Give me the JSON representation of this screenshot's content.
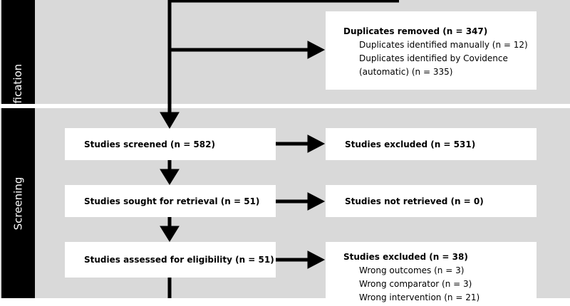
{
  "sections": {
    "identification": {
      "label": "Identification"
    },
    "screening": {
      "label": "Screening"
    }
  },
  "boxes": {
    "duplicates": {
      "title": "Duplicates removed (n = 347)",
      "items": [
        "Duplicates identified manually (n = 12)",
        "Duplicates identified by Covidence",
        "(automatic) (n = 335)"
      ]
    },
    "screened": {
      "title": "Studies screened (n = 582)"
    },
    "excluded_screen": {
      "title": "Studies excluded (n = 531)"
    },
    "retrieval": {
      "title": "Studies sought for retrieval (n = 51)"
    },
    "not_retrieved": {
      "title": "Studies not retrieved (n = 0)"
    },
    "eligibility": {
      "title": "Studies assessed for eligibility (n = 51)"
    },
    "excluded_elig": {
      "title": "Studies excluded (n = 38)",
      "items": [
        "Wrong outcomes (n = 3)",
        "Wrong comparator (n = 3)",
        "Wrong intervention (n = 21)"
      ]
    }
  },
  "colors": {
    "section_bg": "#d9d9d9",
    "side_label_bg": "#000000",
    "box_bg": "#ffffff",
    "arrow": "#000000"
  }
}
